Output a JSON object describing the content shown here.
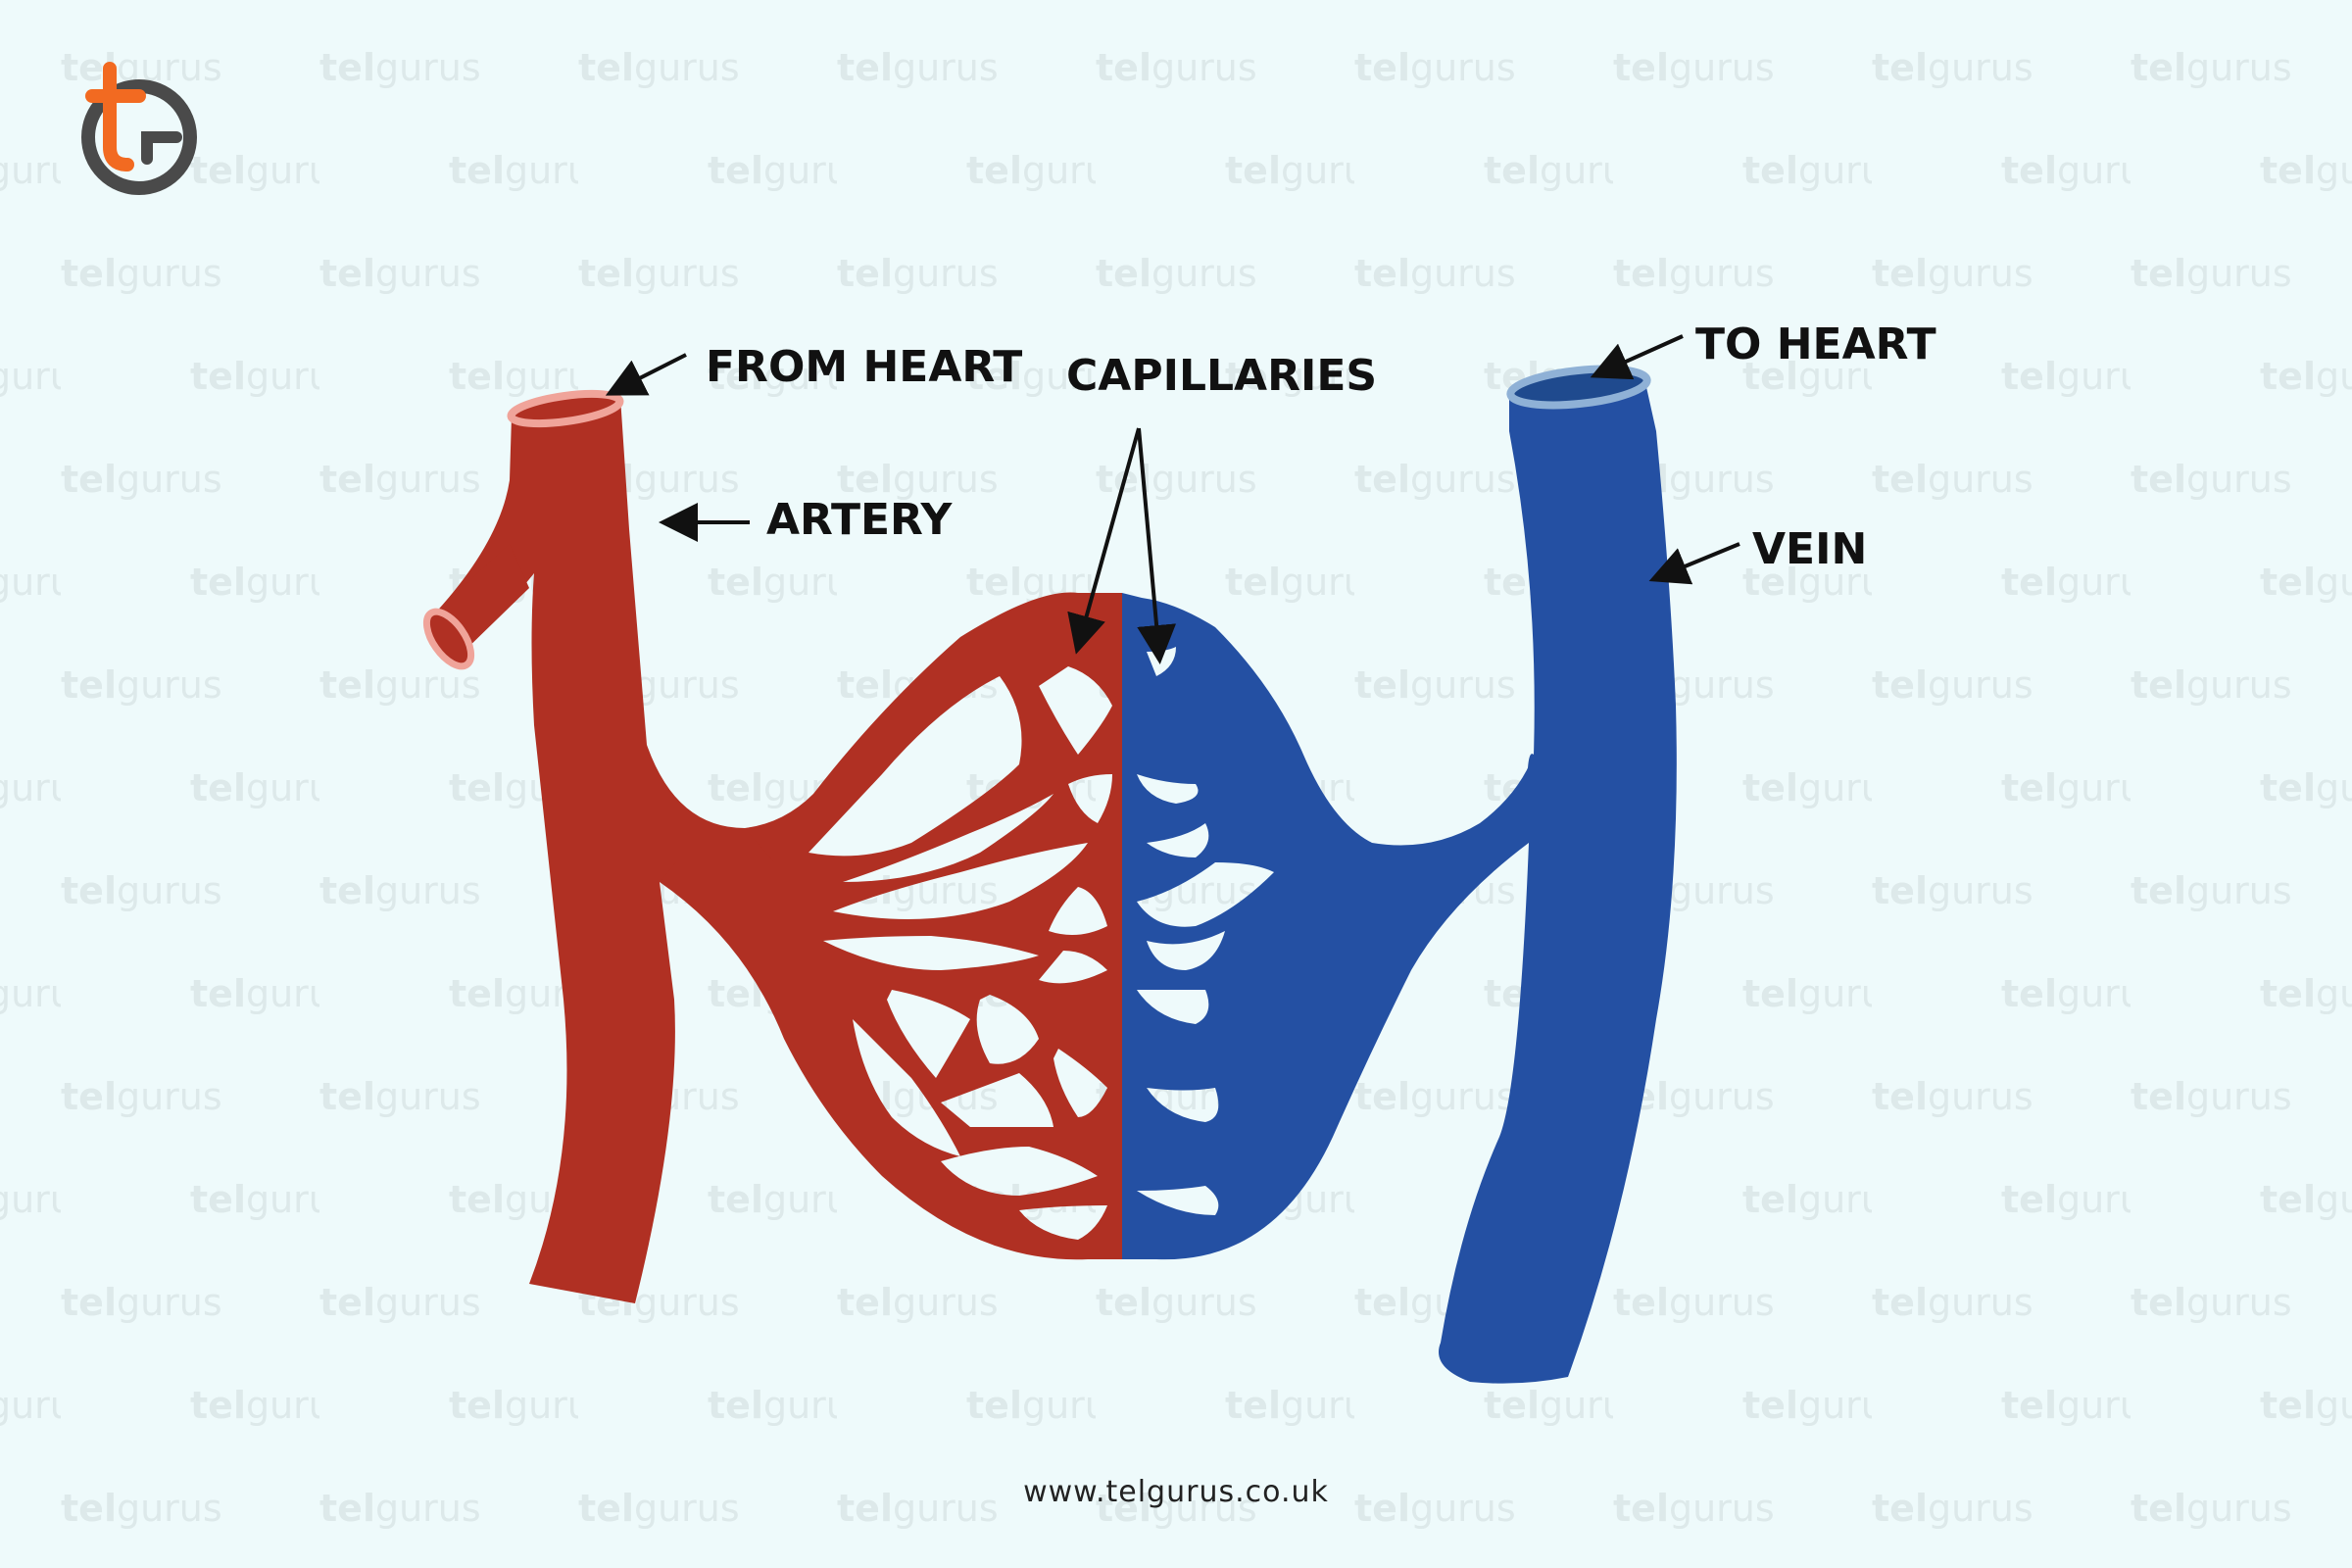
{
  "brand": {
    "watermark_bold": "tel",
    "watermark_light": "gurus",
    "logo_letter": "tg"
  },
  "labels": {
    "from_heart": "FROM HEART",
    "capillaries": "CAPILLARIES",
    "artery": "ARTERY",
    "to_heart": "TO HEART",
    "vein": "VEIN"
  },
  "footer": {
    "url": "www.telgurus.co.uk"
  },
  "colors": {
    "background": "#eefafb",
    "artery": "#b03023",
    "artery_opening": "#f0a49a",
    "vein": "#2450a3",
    "vein_opening": "#8fb1d6",
    "logo_orange": "#f26a21",
    "logo_gray": "#4a4a4a"
  }
}
